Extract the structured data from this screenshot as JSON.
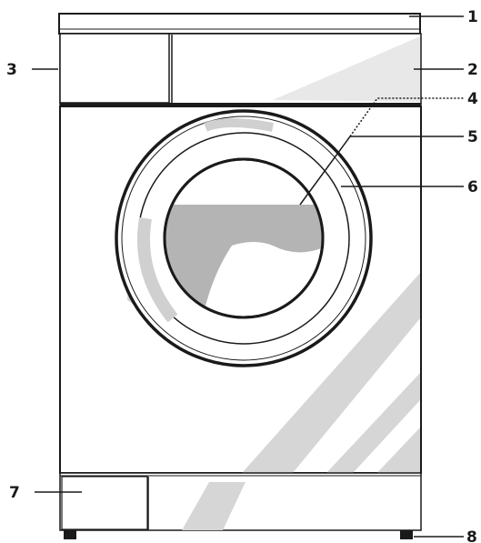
{
  "diagram": {
    "callouts": [
      {
        "id": "1",
        "label": "1"
      },
      {
        "id": "2",
        "label": "2"
      },
      {
        "id": "3",
        "label": "3"
      },
      {
        "id": "4",
        "label": "4"
      },
      {
        "id": "5",
        "label": "5"
      },
      {
        "id": "6",
        "label": "6"
      },
      {
        "id": "7",
        "label": "7"
      },
      {
        "id": "8",
        "label": "8"
      }
    ]
  },
  "colors": {
    "outline": "#1a1a1a",
    "highlight": "#d4d4d4",
    "glass_shadow": "#b4b4b4",
    "body": "#ffffff"
  }
}
